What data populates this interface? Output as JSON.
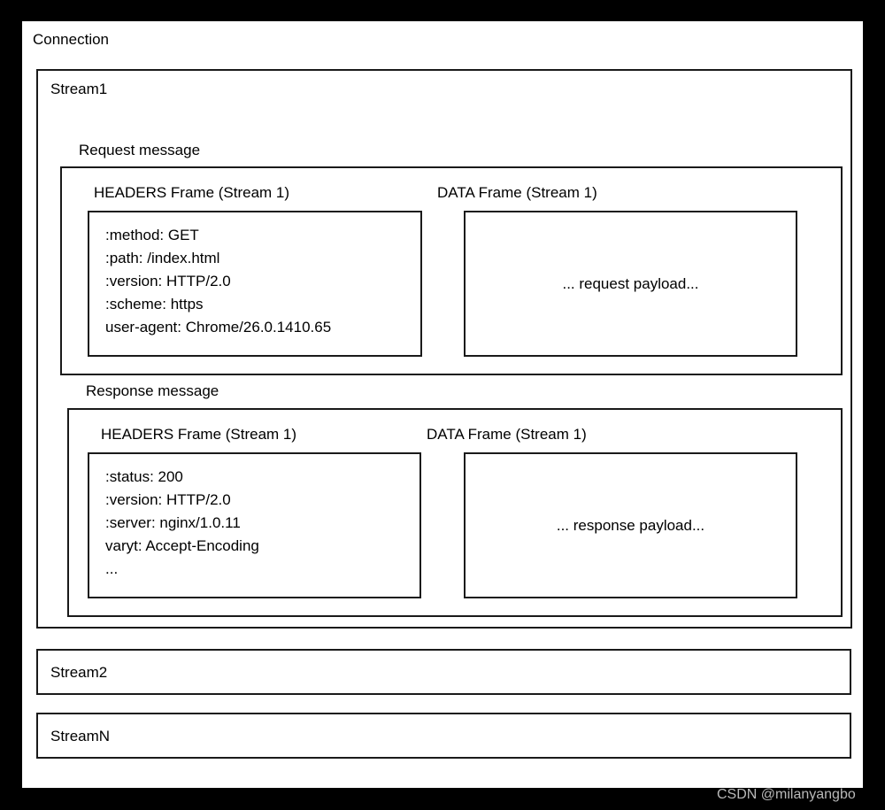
{
  "diagram": {
    "connection_label": "Connection",
    "stream1": {
      "label": "Stream1",
      "request": {
        "section_label": "Request message",
        "headers_frame": {
          "title": "HEADERS Frame (Stream 1)",
          "lines": [
            ":method: GET",
            ":path: /index.html",
            ":version: HTTP/2.0",
            ":scheme: https",
            "user-agent: Chrome/26.0.1410.65"
          ]
        },
        "data_frame": {
          "title": "DATA Frame (Stream 1)",
          "payload": "... request payload..."
        }
      },
      "response": {
        "section_label": "Response message",
        "headers_frame": {
          "title": "HEADERS Frame (Stream 1)",
          "lines": [
            ":status: 200",
            ":version: HTTP/2.0",
            ":server: nginx/1.0.11",
            "varyt: Accept-Encoding",
            "..."
          ]
        },
        "data_frame": {
          "title": "DATA Frame (Stream 1)",
          "payload": "... response payload..."
        }
      }
    },
    "stream2_label": "Stream2",
    "streamN_label": "StreamN"
  },
  "watermark": "CSDN @milanyangbo",
  "colors": {
    "background": "#000000",
    "panel": "#ffffff",
    "border": "#1a1a1a",
    "text": "#000000",
    "watermark": "#b9b9b9"
  }
}
